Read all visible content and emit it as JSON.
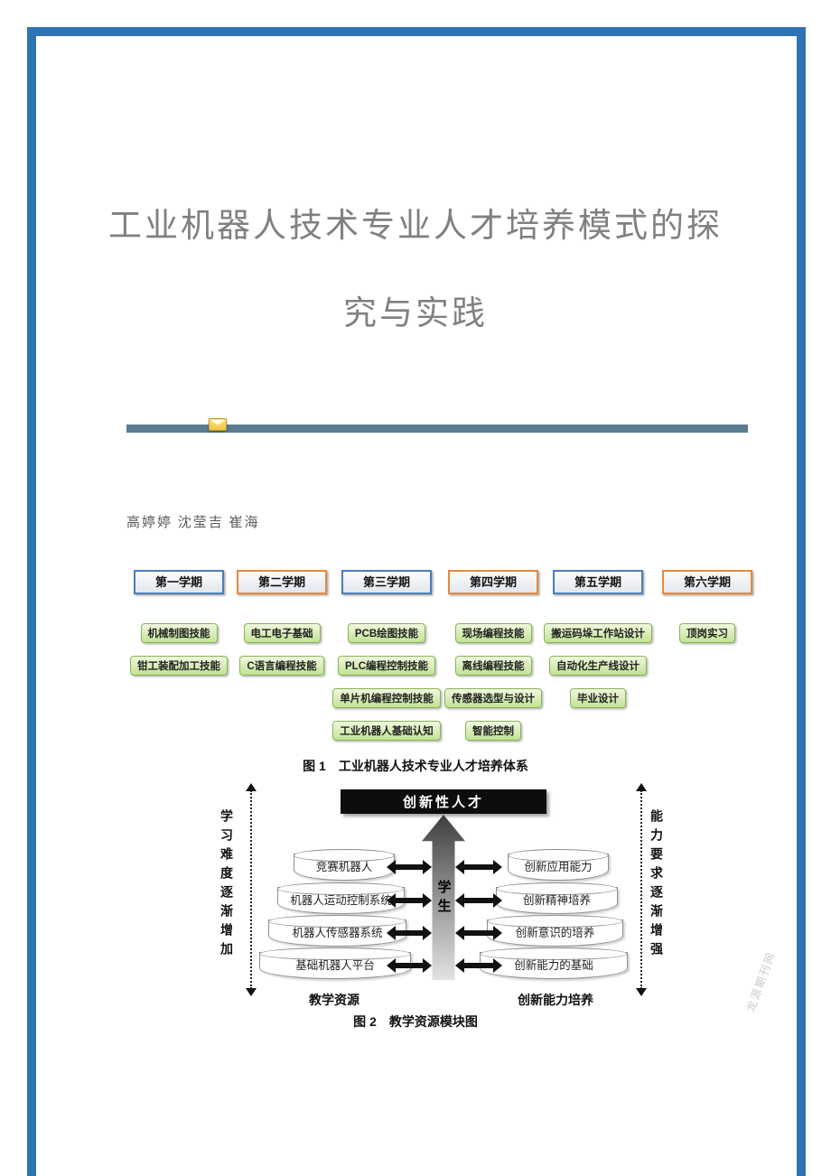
{
  "colors": {
    "frame_blue": "#2e74b5",
    "divider_bar": "#5a7c91",
    "semester_accent_blue": "#4a7ebb",
    "semester_accent_orange": "#e8883a",
    "skill_fill_green": "#c2e293",
    "skill_border_green": "#86b457",
    "banner_black": "#0d0d0d",
    "envelope_yellow": "#f1c53e"
  },
  "title": {
    "line1": "工业机器人技术专业人才培养模式的探",
    "line2": "究与实践"
  },
  "authors": "高婷婷 沈莹吉 崔海",
  "figure1": {
    "caption": "图 1　工业机器人技术专业人才培养体系",
    "semesters": [
      {
        "label": "第一学期",
        "accent": "blue",
        "skills": [
          "机械制图技能",
          "钳工装配加工技能"
        ]
      },
      {
        "label": "第二学期",
        "accent": "orange",
        "skills": [
          "电工电子基础",
          "C语言编程技能"
        ]
      },
      {
        "label": "第三学期",
        "accent": "blue",
        "skills": [
          "PCB绘图技能",
          "PLC编程控制技能",
          "单片机编程控制技能",
          "工业机器人基础认知"
        ]
      },
      {
        "label": "第四学期",
        "accent": "orange",
        "skills": [
          "现场编程技能",
          "离线编程技能",
          "传感器选型与设计",
          "智能控制"
        ]
      },
      {
        "label": "第五学期",
        "accent": "blue",
        "skills": [
          "搬运码垛工作站设计",
          "自动化生产线设计",
          "毕业设计"
        ]
      },
      {
        "label": "第六学期",
        "accent": "orange",
        "skills": [
          "顶岗实习"
        ]
      }
    ]
  },
  "figure2": {
    "caption": "图 2　教学资源模块图",
    "banner": "创新性人才",
    "center_arrow_label": "学生",
    "left_axis_label": "学习难度逐渐增加",
    "right_axis_label": "能力要求逐渐增强",
    "left_modules": [
      "竞赛机器人",
      "机器人运动控制系统",
      "机器人传感器系统",
      "基础机器人平台"
    ],
    "right_modules": [
      "创新应用能力",
      "创新精神培养",
      "创新意识的培养",
      "创新能力的基础"
    ],
    "left_footer": "教学资源",
    "right_footer": "创新能力培养"
  },
  "watermark": "龙源期刊网"
}
